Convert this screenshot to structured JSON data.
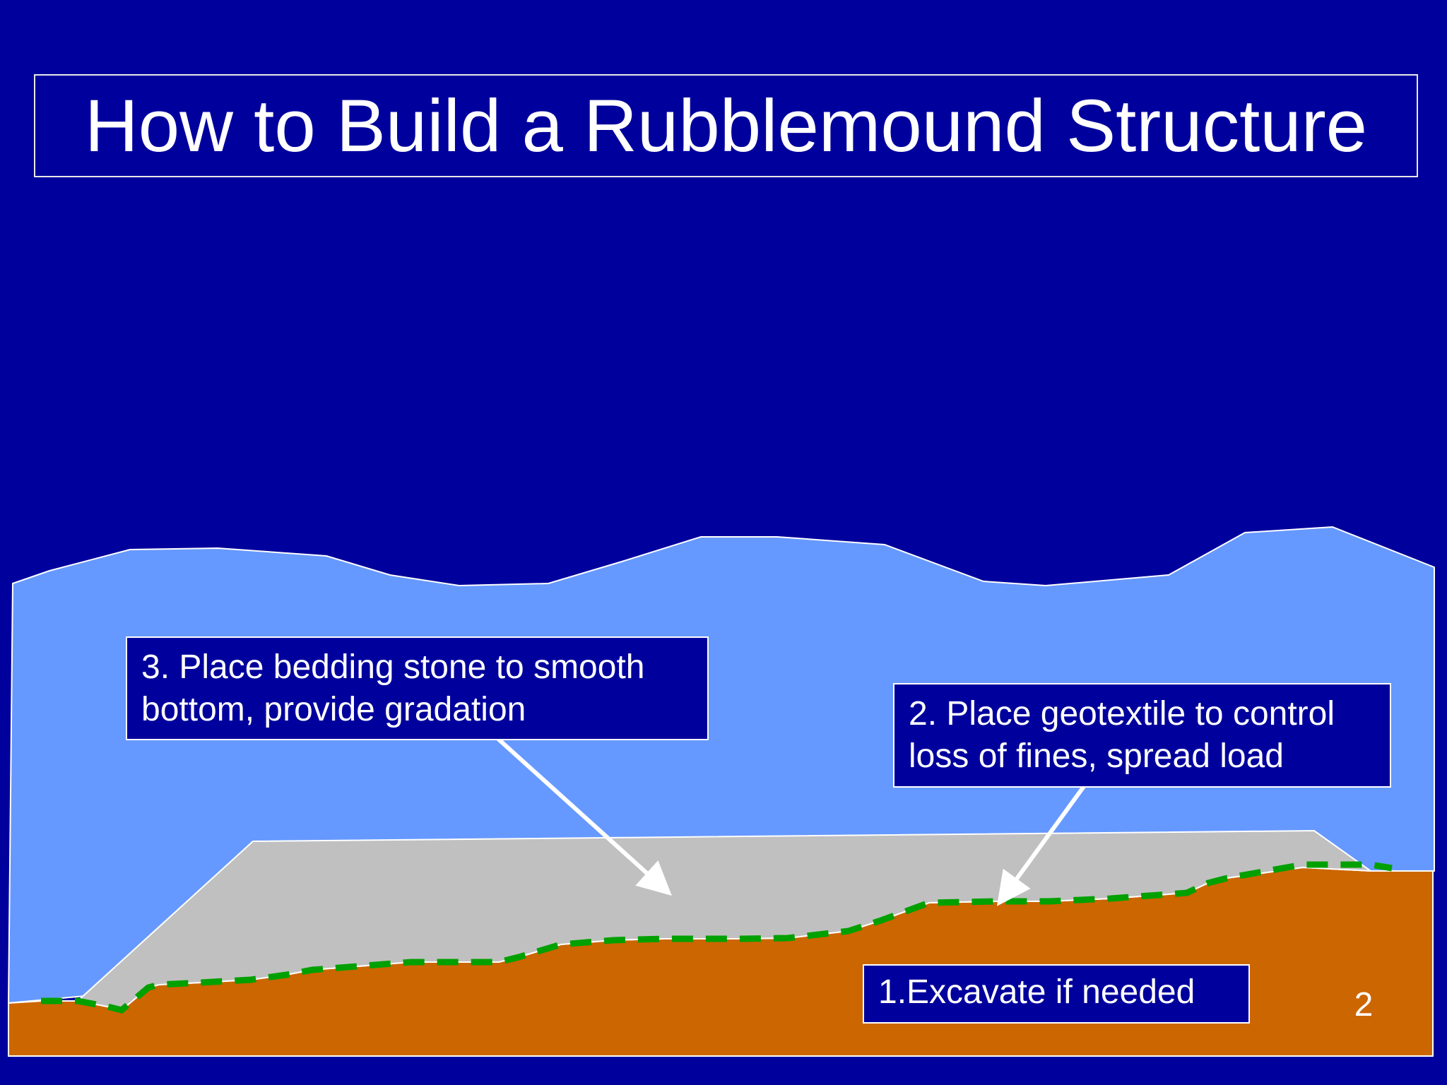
{
  "slide": {
    "title": "How to Build a Rubblemound Structure",
    "page_number": "2"
  },
  "callouts": {
    "bedding": {
      "line1": "3. Place bedding stone to smooth",
      "line2": "bottom, provide gradation"
    },
    "geotextile": {
      "line1": "2. Place geotextile to control",
      "line2": "loss of fines, spread load"
    },
    "excavate": {
      "line1": "1.Excavate if needed"
    }
  },
  "colors": {
    "background": "#00009c",
    "water": "#6699ff",
    "bedding_stone": "#c0c0c0",
    "seabed": "#cc6600",
    "geotextile": "#00a000",
    "text": "#ffffff"
  }
}
